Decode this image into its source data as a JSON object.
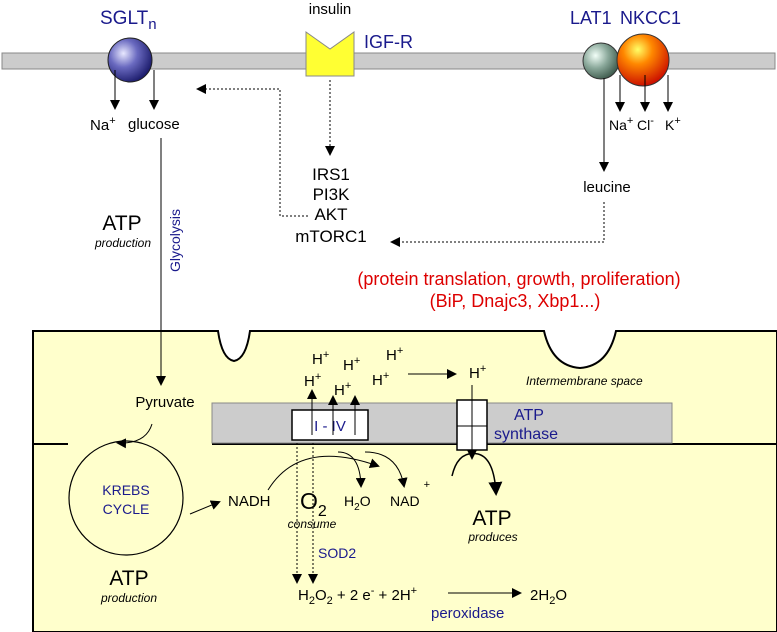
{
  "colors": {
    "membrane": "#cccccc",
    "membrane_stroke": "#888888",
    "mito_fill": "#ffffcc",
    "inner_membrane": "#cccccc",
    "navy": "#1a1a8c",
    "red": "#dd0000",
    "black": "#000000",
    "sglt_fill": "#5a5ab0",
    "lat1_fill": "#8aa89a",
    "nkcc1_fill": "#ff5500",
    "igfr_fill": "#ffff33"
  },
  "top": {
    "sglt": {
      "base": "SGLT",
      "sub": "n"
    },
    "insulin": "insulin",
    "igfr": "IGF-R",
    "lat1": "LAT1",
    "nkcc1": "NKCC1",
    "na_left": {
      "base": "Na",
      "sup": "+"
    },
    "glucose": "glucose",
    "na_right": {
      "base": "Na",
      "sup": "+"
    },
    "cl": {
      "base": "Cl",
      "sup": "-"
    },
    "k": {
      "base": "K",
      "sup": "+"
    },
    "leucine": "leucine",
    "signaling": [
      "IRS1",
      "PI3K",
      "AKT",
      "mTORC1"
    ],
    "atp_left": "ATP",
    "production_left": "production",
    "glycolysis": "Glycolysis",
    "red_line1": "(protein translation, growth, proliferation)",
    "red_line2": "(BiP, Dnajc3, Xbp1...)"
  },
  "mito": {
    "h_plus": {
      "base": "H",
      "sup": "+"
    },
    "intermembrane": "Intermembrane space",
    "pyruvate": "Pyruvate",
    "complex": "I - IV",
    "atp_synthase_line1": "ATP",
    "atp_synthase_line2": "synthase",
    "krebs_line1": "KREBS",
    "krebs_line2": "CYCLE",
    "nadh": "NADH",
    "o2": {
      "base": "O",
      "sub": "2"
    },
    "consume": "consume",
    "h2o": {
      "a": "H",
      "sub": "2",
      "b": "O"
    },
    "nad": {
      "base": "NAD",
      "sup": "+"
    },
    "atp_right": "ATP",
    "produces": "produces",
    "atp_bottom": "ATP",
    "production_bottom": "production",
    "sod2": "SOD2",
    "equation": {
      "h2o2_a": "H",
      "h2o2_s1": "2",
      "h2o2_b": "O",
      "h2o2_s2": "2",
      "plus1": " + 2 e",
      "e_sup": "-",
      "plus2": " + 2H",
      "h_sup": "+"
    },
    "product": {
      "a": "2H",
      "sub": "2",
      "b": "O"
    },
    "peroxidase": "peroxidase"
  }
}
